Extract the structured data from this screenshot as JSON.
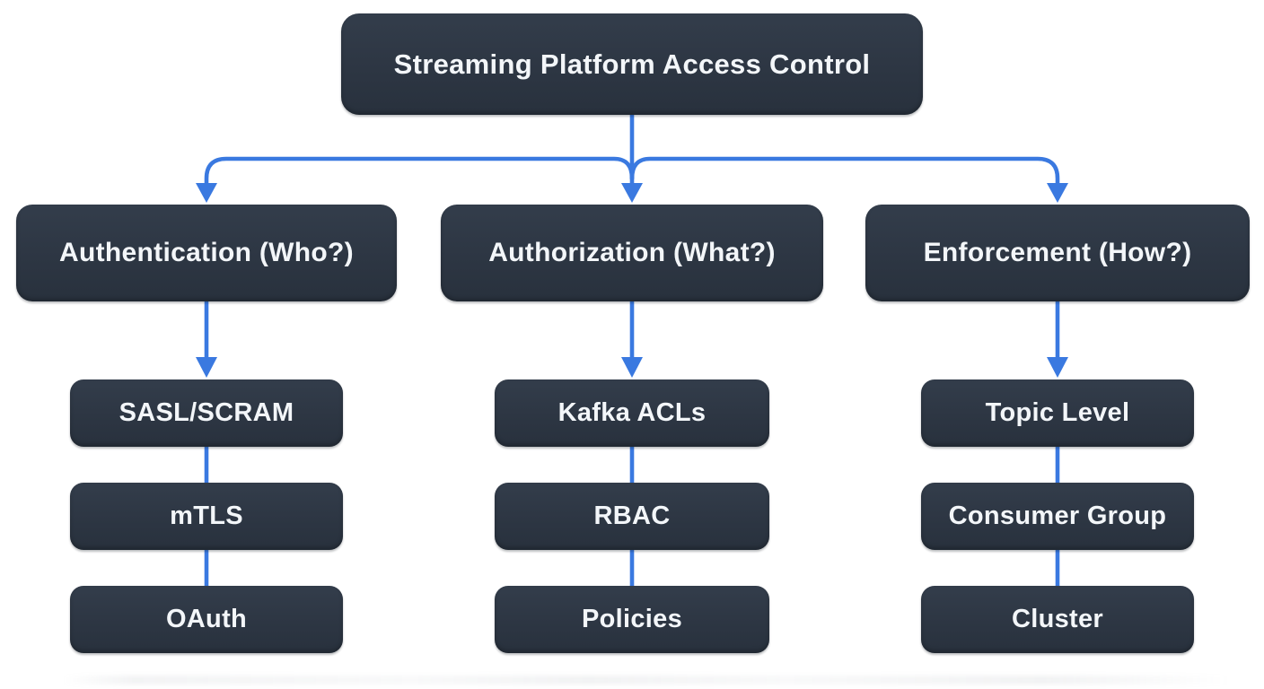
{
  "diagram": {
    "root": {
      "label": "Streaming Platform Access Control"
    },
    "branches": [
      {
        "label": "Authentication (Who?)",
        "children": [
          "SASL/SCRAM",
          "mTLS",
          "OAuth"
        ]
      },
      {
        "label": "Authorization (What?)",
        "children": [
          "Kafka ACLs",
          "RBAC",
          "Policies"
        ]
      },
      {
        "label": "Enforcement (How?)",
        "children": [
          "Topic Level",
          "Consumer Group",
          "Cluster"
        ]
      }
    ],
    "colors": {
      "node_background": "#2d3643",
      "node_text": "#f3f6f9",
      "connector_blue": "#3a79e0",
      "canvas_background": "#ffffff"
    }
  }
}
